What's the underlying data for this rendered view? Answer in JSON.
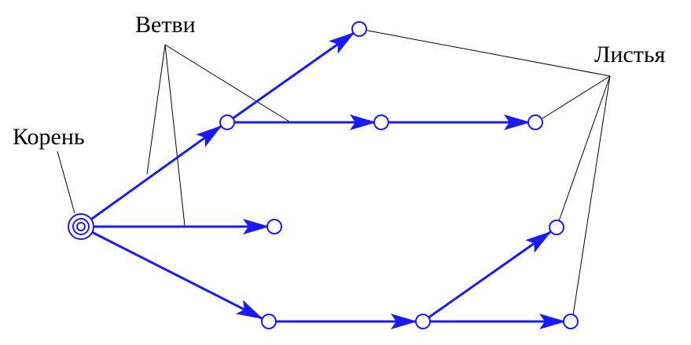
{
  "labels": {
    "root": "Корень",
    "branches": "Ветви",
    "leaves": "Листья"
  },
  "colors": {
    "edge": "#1a1aff",
    "pointer": "#000000",
    "background": "#ffffff"
  }
}
